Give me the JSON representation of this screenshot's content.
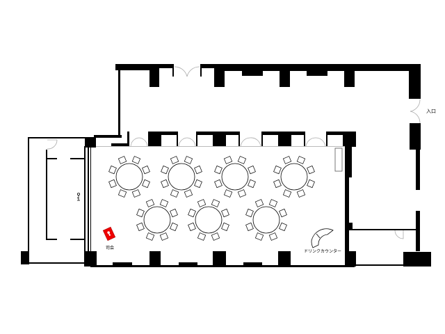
{
  "labels": {
    "entrance": "入口",
    "mc": "司会",
    "drink_counter": "ドリンクカウンター"
  },
  "tables": {
    "row1_count": 4,
    "row2_count": 3,
    "chairs_per_table": 8
  },
  "colors": {
    "wall": "#000000",
    "mc_podium": "#ee0000",
    "door_arc": "#aaaaaa"
  }
}
